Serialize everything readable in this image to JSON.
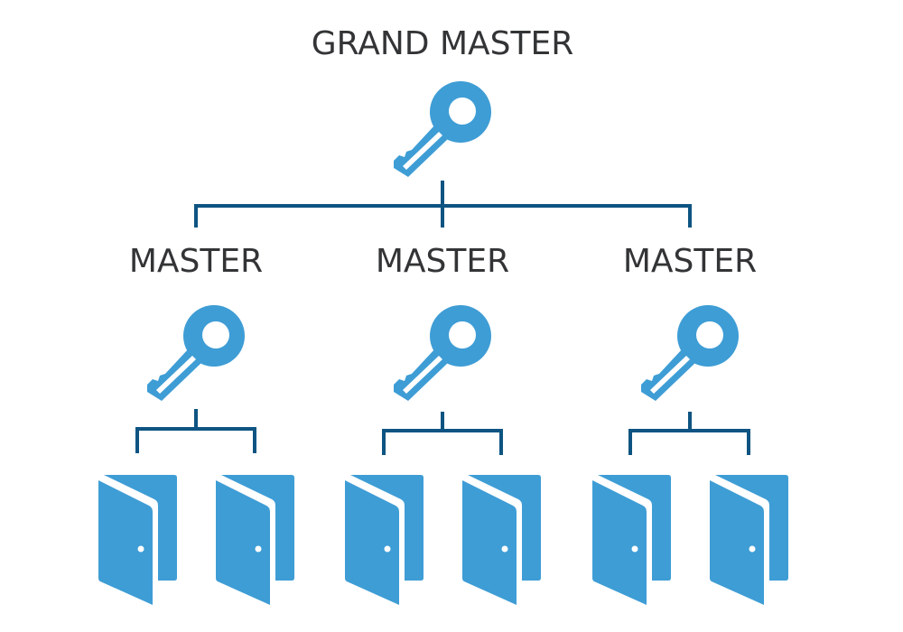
{
  "title": "Master key hierarchy",
  "colors": {
    "icon": "#3E9DD5",
    "connector": "#0E5482",
    "text": "#333436",
    "background": "#FFFFFF"
  },
  "root": {
    "label": "GRAND MASTER",
    "icon": "key-icon"
  },
  "masters": [
    {
      "label": "MASTER",
      "icon": "key-icon",
      "doors": [
        {
          "icon": "door-icon"
        },
        {
          "icon": "door-icon"
        }
      ]
    },
    {
      "label": "MASTER",
      "icon": "key-icon",
      "doors": [
        {
          "icon": "door-icon"
        },
        {
          "icon": "door-icon"
        }
      ]
    },
    {
      "label": "MASTER",
      "icon": "key-icon",
      "doors": [
        {
          "icon": "door-icon"
        },
        {
          "icon": "door-icon"
        }
      ]
    }
  ]
}
